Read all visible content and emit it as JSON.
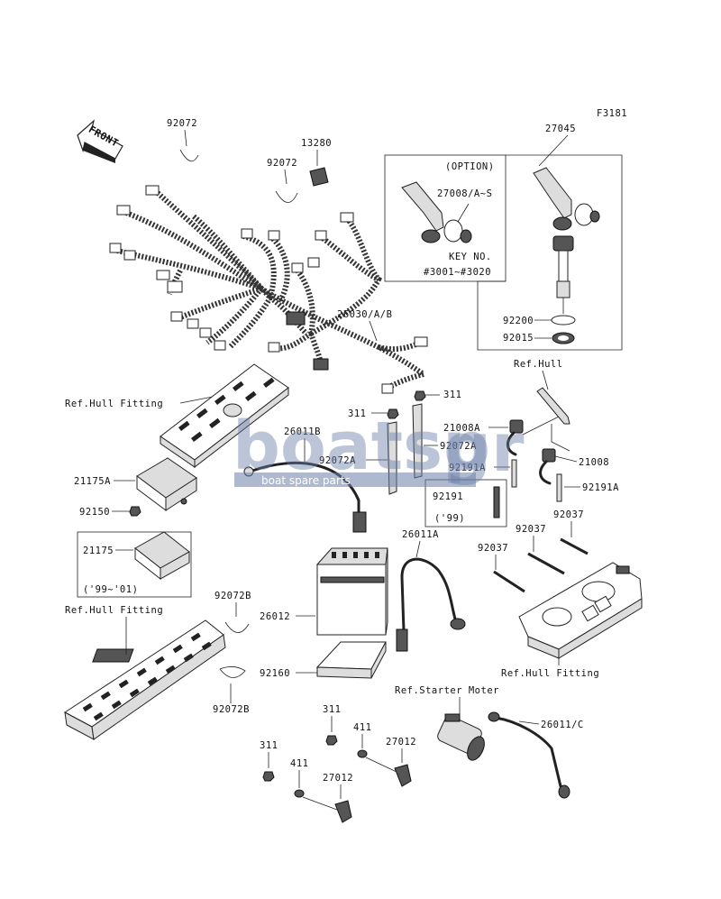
{
  "figure_code": "F3181",
  "front_label": "FRONT",
  "option_box": {
    "title": "(OPTION)",
    "part": "27008/A~S",
    "key_label": "KEY NO.",
    "key_range": "#3001~#3020"
  },
  "parts": {
    "p92072_top": "92072",
    "p92072_mid": "92072",
    "p13280": "13280",
    "p27045": "27045",
    "p26030": "26030/A/B",
    "p92200": "92200",
    "p92015": "92015",
    "ref_hull_top": "Ref.Hull",
    "ref_hull_fitting_1": "Ref.Hull Fitting",
    "p311_a": "311",
    "p311_b": "311",
    "p26011b": "26011B",
    "p21008a": "21008A",
    "p92072a_1": "92072A",
    "p92072a_2": "92072A",
    "p21008": "21008",
    "p92191a_1": "92191A",
    "p92191a_2": "92191A",
    "p21175a": "21175A",
    "p92191": "92191",
    "p99": "('99)",
    "p92150": "92150",
    "p26011a": "26011A",
    "p92037_1": "92037",
    "p92037_2": "92037",
    "p92037_3": "92037",
    "p21175": "21175",
    "p99_01": "('99~'01)",
    "p92072b_1": "92072B",
    "ref_hull_fitting_2": "Ref.Hull Fitting",
    "p26012": "26012",
    "p92160": "92160",
    "ref_hull_fitting_3": "Ref.Hull Fitting",
    "p92072b_2": "92072B",
    "ref_starter": "Ref.Starter Moter",
    "p311_c": "311",
    "p411_a": "411",
    "p27012_a": "27012",
    "p26011c": "26011/C",
    "p311_d": "311",
    "p411_b": "411",
    "p27012_b": "27012"
  },
  "watermark": {
    "brand": "boatsp",
    "brand_suffix": "gr",
    "tagline": "boat spare parts"
  }
}
